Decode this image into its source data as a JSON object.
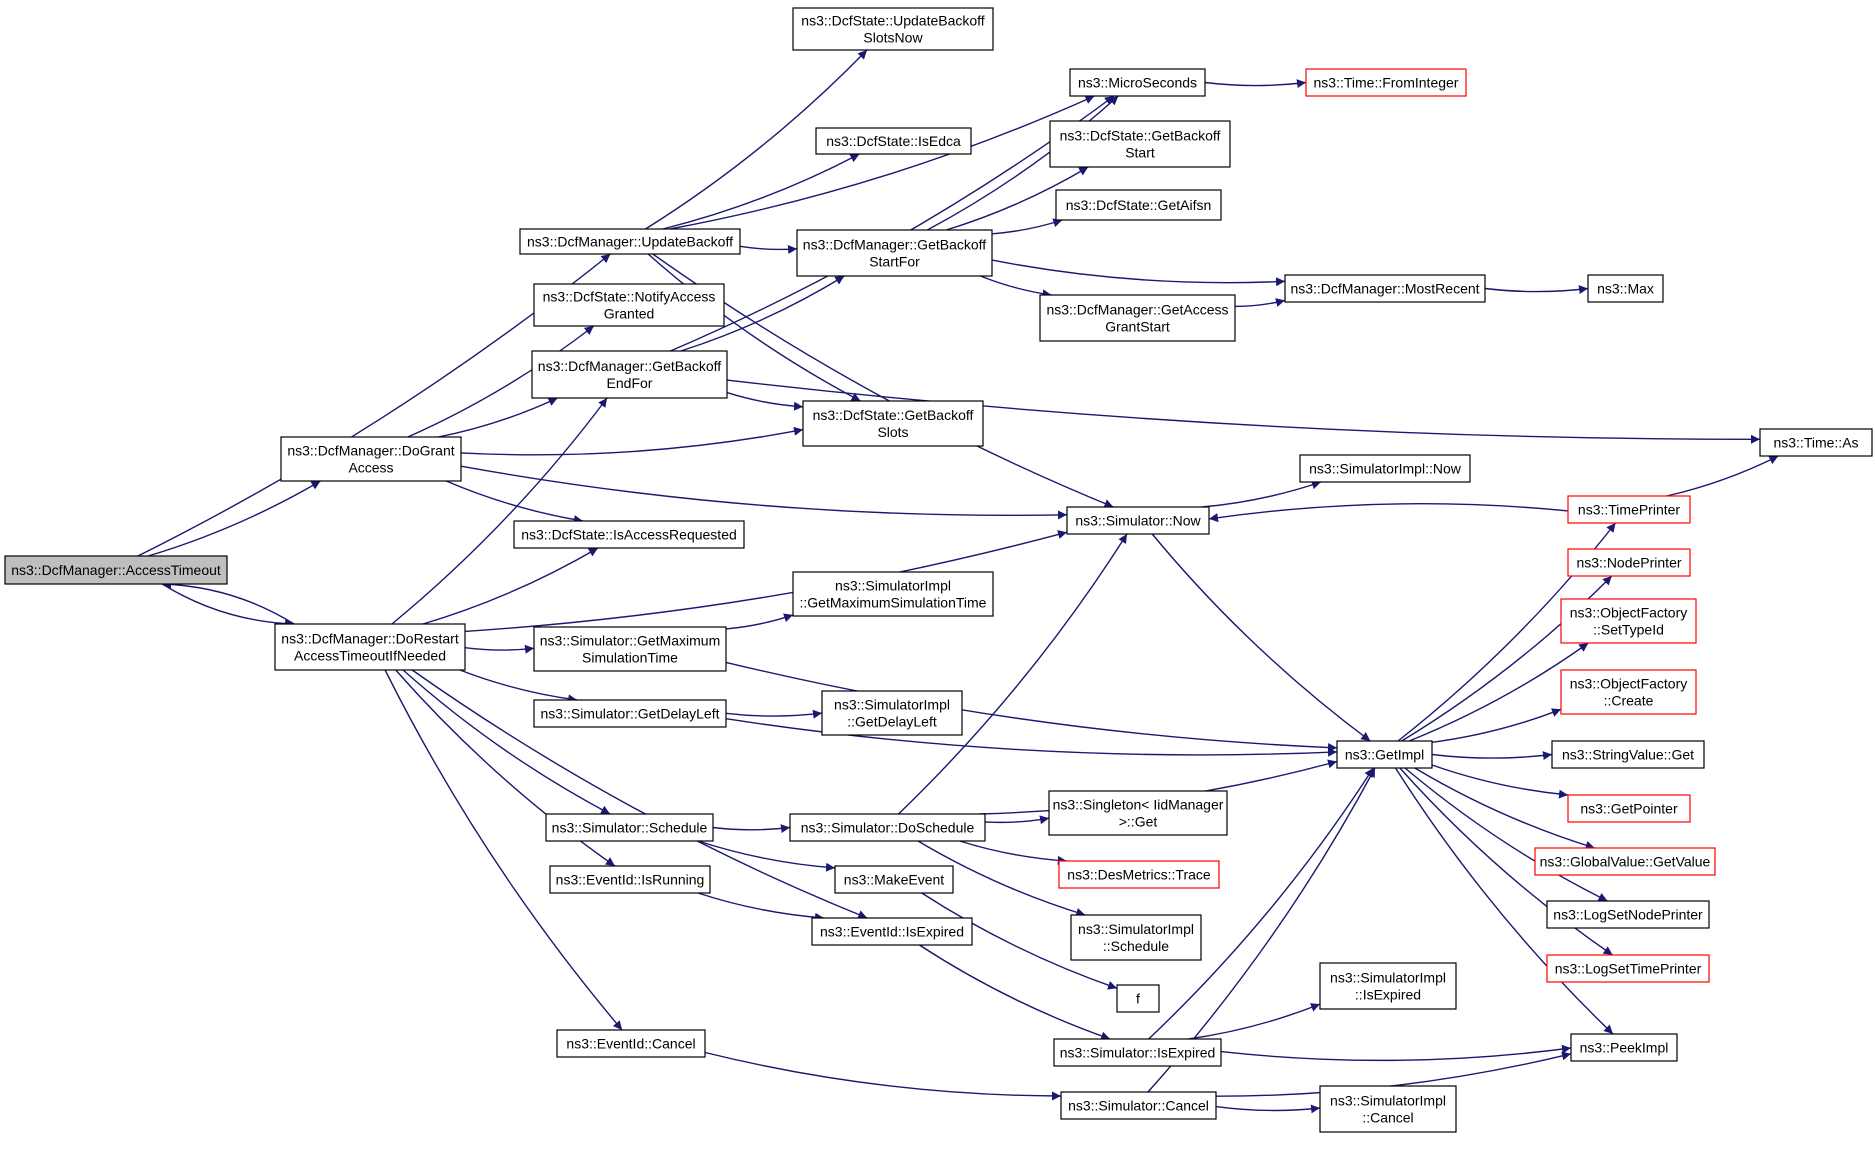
{
  "colors": {
    "edge": "#191970",
    "box_border": "#000000",
    "box_border_red": "#ff0000",
    "highlight_fill": "#bfbfbf",
    "background": "#ffffff"
  },
  "nodes": [
    {
      "id": "access_timeout",
      "lines": [
        "ns3::DcfManager::AccessTimeout"
      ],
      "highlight": true
    },
    {
      "id": "update_backoff",
      "lines": [
        "ns3::DcfManager::UpdateBackoff"
      ]
    },
    {
      "id": "do_grant_access",
      "lines": [
        "ns3::DcfManager::DoGrant",
        "Access"
      ]
    },
    {
      "id": "do_restart",
      "lines": [
        "ns3::DcfManager::DoRestart",
        "AccessTimeoutIfNeeded"
      ]
    },
    {
      "id": "update_backoff_slots_now",
      "lines": [
        "ns3::DcfState::UpdateBackoff",
        "SlotsNow"
      ]
    },
    {
      "id": "microseconds",
      "lines": [
        "ns3::MicroSeconds"
      ]
    },
    {
      "id": "time_from_integer",
      "lines": [
        "ns3::Time::FromInteger"
      ],
      "red": true
    },
    {
      "id": "is_edca",
      "lines": [
        "ns3::DcfState::IsEdca"
      ]
    },
    {
      "id": "get_backoff_start",
      "lines": [
        "ns3::DcfState::GetBackoff",
        "Start"
      ]
    },
    {
      "id": "get_aifsn",
      "lines": [
        "ns3::DcfState::GetAifsn"
      ]
    },
    {
      "id": "get_backoff_start_for",
      "lines": [
        "ns3::DcfManager::GetBackoff",
        "StartFor"
      ]
    },
    {
      "id": "most_recent",
      "lines": [
        "ns3::DcfManager::MostRecent"
      ]
    },
    {
      "id": "max",
      "lines": [
        "ns3::Max"
      ]
    },
    {
      "id": "get_access_grant_start",
      "lines": [
        "ns3::DcfManager::GetAccess",
        "GrantStart"
      ]
    },
    {
      "id": "notify_access_granted",
      "lines": [
        "ns3::DcfState::NotifyAccess",
        "Granted"
      ]
    },
    {
      "id": "get_backoff_end_for",
      "lines": [
        "ns3::DcfManager::GetBackoff",
        "EndFor"
      ]
    },
    {
      "id": "get_backoff_slots",
      "lines": [
        "ns3::DcfState::GetBackoff",
        "Slots"
      ]
    },
    {
      "id": "time_as",
      "lines": [
        "ns3::Time::As"
      ]
    },
    {
      "id": "simulatorimpl_now",
      "lines": [
        "ns3::SimulatorImpl::Now"
      ]
    },
    {
      "id": "simulator_now",
      "lines": [
        "ns3::Simulator::Now"
      ]
    },
    {
      "id": "time_printer",
      "lines": [
        "ns3::TimePrinter"
      ],
      "red": true
    },
    {
      "id": "is_access_requested",
      "lines": [
        "ns3::DcfState::IsAccessRequested"
      ]
    },
    {
      "id": "simulatorimpl_get_max",
      "lines": [
        "ns3::SimulatorImpl",
        "::GetMaximumSimulationTime"
      ]
    },
    {
      "id": "simulator_get_max",
      "lines": [
        "ns3::Simulator::GetMaximum",
        "SimulationTime"
      ]
    },
    {
      "id": "node_printer",
      "lines": [
        "ns3::NodePrinter"
      ],
      "red": true
    },
    {
      "id": "object_factory_set_typeid",
      "lines": [
        "ns3::ObjectFactory",
        "::SetTypeId"
      ],
      "red": true
    },
    {
      "id": "object_factory_create",
      "lines": [
        "ns3::ObjectFactory",
        "::Create"
      ],
      "red": true
    },
    {
      "id": "simulator_get_delay_left",
      "lines": [
        "ns3::Simulator::GetDelayLeft"
      ]
    },
    {
      "id": "simulatorimpl_get_delay_left",
      "lines": [
        "ns3::SimulatorImpl",
        "::GetDelayLeft"
      ]
    },
    {
      "id": "get_impl",
      "lines": [
        "ns3::GetImpl"
      ]
    },
    {
      "id": "string_value_get",
      "lines": [
        "ns3::StringValue::Get"
      ]
    },
    {
      "id": "simulator_schedule",
      "lines": [
        "ns3::Simulator::Schedule"
      ]
    },
    {
      "id": "simulator_do_schedule",
      "lines": [
        "ns3::Simulator::DoSchedule"
      ]
    },
    {
      "id": "singleton_get",
      "lines": [
        "ns3::Singleton< IidManager",
        ">::Get"
      ]
    },
    {
      "id": "get_pointer",
      "lines": [
        "ns3::GetPointer"
      ],
      "red": true
    },
    {
      "id": "des_metrics_trace",
      "lines": [
        "ns3::DesMetrics::Trace"
      ],
      "red": true
    },
    {
      "id": "global_value_get_value",
      "lines": [
        "ns3::GlobalValue::GetValue"
      ],
      "red": true
    },
    {
      "id": "event_id_is_running",
      "lines": [
        "ns3::EventId::IsRunning"
      ]
    },
    {
      "id": "make_event",
      "lines": [
        "ns3::MakeEvent"
      ]
    },
    {
      "id": "log_set_node_printer",
      "lines": [
        "ns3::LogSetNodePrinter"
      ]
    },
    {
      "id": "event_id_is_expired",
      "lines": [
        "ns3::EventId::IsExpired"
      ]
    },
    {
      "id": "simulatorimpl_schedule",
      "lines": [
        "ns3::SimulatorImpl",
        "::Schedule"
      ]
    },
    {
      "id": "log_set_time_printer",
      "lines": [
        "ns3::LogSetTimePrinter"
      ],
      "red": true
    },
    {
      "id": "f",
      "lines": [
        "f"
      ]
    },
    {
      "id": "simulatorimpl_is_expired",
      "lines": [
        "ns3::SimulatorImpl",
        "::IsExpired"
      ]
    },
    {
      "id": "event_id_cancel",
      "lines": [
        "ns3::EventId::Cancel"
      ]
    },
    {
      "id": "simulator_is_expired",
      "lines": [
        "ns3::Simulator::IsExpired"
      ]
    },
    {
      "id": "peek_impl",
      "lines": [
        "ns3::PeekImpl"
      ]
    },
    {
      "id": "simulatorimpl_cancel",
      "lines": [
        "ns3::SimulatorImpl",
        "::Cancel"
      ]
    },
    {
      "id": "simulator_cancel",
      "lines": [
        "ns3::Simulator::Cancel"
      ]
    }
  ],
  "edges": [
    [
      "access_timeout",
      "update_backoff"
    ],
    [
      "access_timeout",
      "do_grant_access"
    ],
    [
      "access_timeout",
      "do_restart"
    ],
    [
      "do_restart",
      "access_timeout"
    ],
    [
      "update_backoff",
      "update_backoff_slots_now"
    ],
    [
      "update_backoff",
      "microseconds"
    ],
    [
      "update_backoff",
      "is_edca"
    ],
    [
      "update_backoff",
      "get_backoff_start_for"
    ],
    [
      "update_backoff",
      "get_backoff_slots"
    ],
    [
      "update_backoff",
      "simulator_now"
    ],
    [
      "microseconds",
      "time_from_integer"
    ],
    [
      "get_backoff_start_for",
      "microseconds"
    ],
    [
      "get_backoff_start_for",
      "get_backoff_start"
    ],
    [
      "get_backoff_start_for",
      "get_aifsn"
    ],
    [
      "get_backoff_start_for",
      "most_recent"
    ],
    [
      "get_backoff_start_for",
      "get_access_grant_start"
    ],
    [
      "get_access_grant_start",
      "most_recent"
    ],
    [
      "most_recent",
      "max"
    ],
    [
      "do_grant_access",
      "notify_access_granted"
    ],
    [
      "do_grant_access",
      "get_backoff_end_for"
    ],
    [
      "do_grant_access",
      "get_backoff_slots"
    ],
    [
      "do_grant_access",
      "is_access_requested"
    ],
    [
      "do_grant_access",
      "simulator_now"
    ],
    [
      "get_backoff_end_for",
      "get_backoff_start_for"
    ],
    [
      "get_backoff_end_for",
      "microseconds"
    ],
    [
      "get_backoff_end_for",
      "get_backoff_slots"
    ],
    [
      "get_backoff_end_for",
      "time_as"
    ],
    [
      "do_restart",
      "get_backoff_end_for"
    ],
    [
      "do_restart",
      "is_access_requested"
    ],
    [
      "do_restart",
      "simulator_now"
    ],
    [
      "do_restart",
      "simulator_get_max"
    ],
    [
      "do_restart",
      "simulator_get_delay_left"
    ],
    [
      "do_restart",
      "simulator_schedule"
    ],
    [
      "do_restart",
      "event_id_is_running"
    ],
    [
      "do_restart",
      "event_id_is_expired"
    ],
    [
      "do_restart",
      "event_id_cancel"
    ],
    [
      "simulator_now",
      "simulatorimpl_now"
    ],
    [
      "simulator_now",
      "get_impl"
    ],
    [
      "time_printer",
      "simulator_now"
    ],
    [
      "time_printer",
      "time_as"
    ],
    [
      "simulator_get_max",
      "simulatorimpl_get_max"
    ],
    [
      "simulator_get_max",
      "get_impl"
    ],
    [
      "simulator_get_delay_left",
      "simulatorimpl_get_delay_left"
    ],
    [
      "simulator_get_delay_left",
      "get_impl"
    ],
    [
      "simulator_schedule",
      "simulator_do_schedule"
    ],
    [
      "simulator_schedule",
      "make_event"
    ],
    [
      "simulator_do_schedule",
      "simulator_now"
    ],
    [
      "simulator_do_schedule",
      "get_impl"
    ],
    [
      "simulator_do_schedule",
      "singleton_get"
    ],
    [
      "simulator_do_schedule",
      "des_metrics_trace"
    ],
    [
      "simulator_do_schedule",
      "simulatorimpl_schedule"
    ],
    [
      "make_event",
      "f"
    ],
    [
      "event_id_is_running",
      "event_id_is_expired"
    ],
    [
      "event_id_is_expired",
      "simulator_is_expired"
    ],
    [
      "simulator_is_expired",
      "get_impl"
    ],
    [
      "simulator_is_expired",
      "simulatorimpl_is_expired"
    ],
    [
      "simulator_is_expired",
      "peek_impl"
    ],
    [
      "event_id_cancel",
      "simulator_cancel"
    ],
    [
      "simulator_cancel",
      "get_impl"
    ],
    [
      "simulator_cancel",
      "simulatorimpl_cancel"
    ],
    [
      "simulator_cancel",
      "peek_impl"
    ],
    [
      "get_impl",
      "time_printer"
    ],
    [
      "get_impl",
      "node_printer"
    ],
    [
      "get_impl",
      "object_factory_set_typeid"
    ],
    [
      "get_impl",
      "object_factory_create"
    ],
    [
      "get_impl",
      "string_value_get"
    ],
    [
      "get_impl",
      "get_pointer"
    ],
    [
      "get_impl",
      "global_value_get_value"
    ],
    [
      "get_impl",
      "log_set_node_printer"
    ],
    [
      "get_impl",
      "log_set_time_printer"
    ],
    [
      "get_impl",
      "peek_impl"
    ]
  ]
}
